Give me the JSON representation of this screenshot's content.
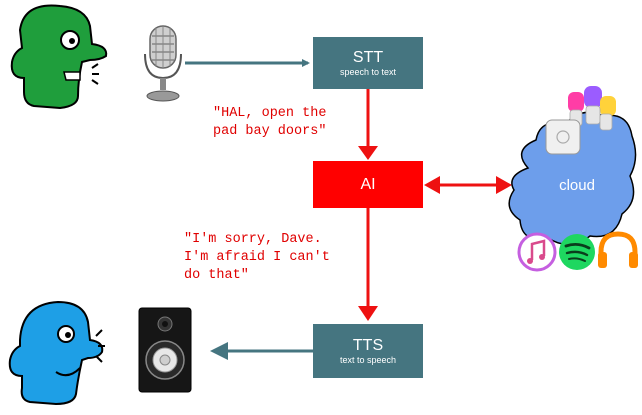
{
  "stt": {
    "title": "STT",
    "subtitle": "speech to text"
  },
  "tts": {
    "title": "TTS",
    "subtitle": "text to speech"
  },
  "ai": {
    "title": "AI"
  },
  "cloud": {
    "label": "cloud"
  },
  "quotes": {
    "command": "\"HAL, open the\npad bay doors\"",
    "reply": "\"I'm sorry, Dave.\nI'm afraid I can't\ndo that\""
  },
  "colors": {
    "box_teal": "#457580",
    "ai_red": "#ff0000",
    "arrow_red": "#ee1111",
    "arrow_teal": "#457580",
    "cloud_blue": "#6d9eeb",
    "head_green": "#1f9e3c",
    "head_blue": "#1e9fe6"
  },
  "icons": [
    "talking-head-green-icon",
    "microphone-icon",
    "speaker-icon",
    "talking-head-blue-icon",
    "smart-bulbs-icon",
    "itunes-icon",
    "spotify-icon",
    "headphones-icon"
  ]
}
